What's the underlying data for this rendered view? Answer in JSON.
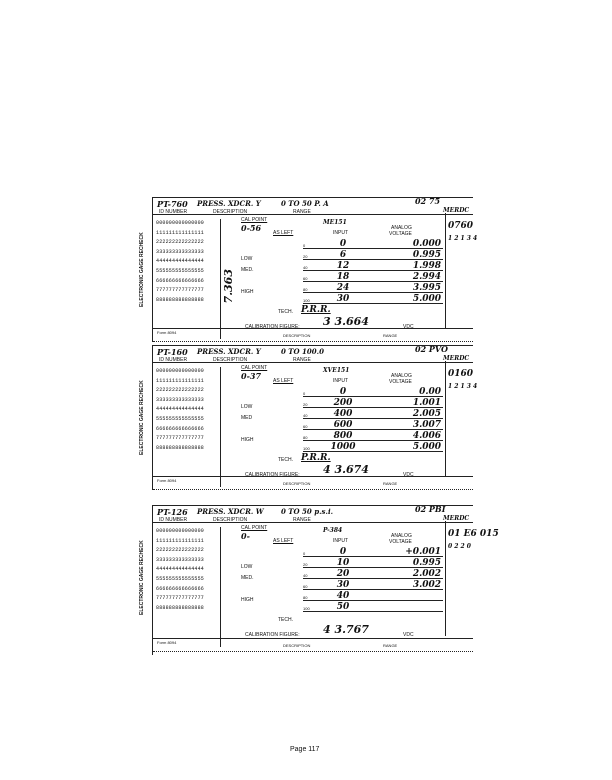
{
  "labels": {
    "id_number": "ID NUMBER",
    "description": "DESCRIPTION",
    "range": "RANGE",
    "cal_point": "CAL POINT",
    "as_left": "AS LEFT",
    "pct": "%",
    "input": "INPUT",
    "analog": "ANALOG",
    "voltage": "VOLTAGE",
    "tech": "TECH.",
    "cal_figure": "CALIBRATION FIGURE:",
    "vdc": "VDC",
    "side": "ELECTRONIC GAGE RECHECK",
    "form": "Form 8094",
    "mfr": "MERDC",
    "low": "LOW",
    "med": "MED.",
    "high": "HIGH"
  },
  "cards": [
    {
      "id": "PT-760",
      "description": "PRESS. XDCR. Y",
      "range": "0 TO 50 P. A",
      "cell": "02 75",
      "standard": "ME151",
      "cal_point": "0-56",
      "side_note": "7.363",
      "fit": "0760",
      "fit_digits": "1 2 1 3 4",
      "tech": "P.R.R.",
      "cal_figure": "3  3.664",
      "rows": [
        {
          "pct": "0",
          "input": "0",
          "volt": "0.000",
          "level": ""
        },
        {
          "pct": "20",
          "input": "6",
          "volt": "0.995",
          "level": "LOW"
        },
        {
          "pct": "40",
          "input": "12",
          "volt": "1.998",
          "level": "MED."
        },
        {
          "pct": "60",
          "input": "18",
          "volt": "2.994",
          "level": ""
        },
        {
          "pct": "80",
          "input": "24",
          "volt": "3.995",
          "level": "HIGH"
        },
        {
          "pct": "100",
          "input": "30",
          "volt": "5.000",
          "level": ""
        }
      ]
    },
    {
      "id": "PT-160",
      "description": "PRESS. XDCR. Y",
      "range": "0 TO 100.0",
      "cell": "02 PVO",
      "standard": "XVE151",
      "cal_point": "0-37",
      "side_note": "",
      "fit": "0160",
      "fit_digits": "1 2 1 3 4",
      "tech": "P.R.R.",
      "cal_figure": "4  3.674",
      "rows": [
        {
          "pct": "0",
          "input": "0",
          "volt": "0.00",
          "level": ""
        },
        {
          "pct": "20",
          "input": "200",
          "volt": "1.001",
          "level": "LOW"
        },
        {
          "pct": "40",
          "input": "400",
          "volt": "2.005",
          "level": "MED"
        },
        {
          "pct": "60",
          "input": "600",
          "volt": "3.007",
          "level": ""
        },
        {
          "pct": "80",
          "input": "800",
          "volt": "4.006",
          "level": "HIGH"
        },
        {
          "pct": "100",
          "input": "1000",
          "volt": "5.000",
          "level": ""
        }
      ]
    },
    {
      "id": "PT-126",
      "description": "PRESS. XDCR. W",
      "range": "0 TO 50 p.s.i.",
      "cell": "02 PBI",
      "standard": "P-384",
      "cal_point": "0-",
      "side_note": "",
      "fit": "01 E6 015",
      "fit_digits": "0 2 2 0",
      "tech": "",
      "cal_figure": "4  3.767",
      "rows": [
        {
          "pct": "0",
          "input": "0",
          "volt": "+0.001",
          "level": ""
        },
        {
          "pct": "20",
          "input": "10",
          "volt": "0.995",
          "level": "LOW"
        },
        {
          "pct": "40",
          "input": "20",
          "volt": "2.002",
          "level": "MED."
        },
        {
          "pct": "60",
          "input": "30",
          "volt": "3.002",
          "level": ""
        },
        {
          "pct": "80",
          "input": "40",
          "volt": "",
          "level": "HIGH"
        },
        {
          "pct": "100",
          "input": "50",
          "volt": "",
          "level": ""
        }
      ]
    }
  ],
  "page": "Page 117"
}
